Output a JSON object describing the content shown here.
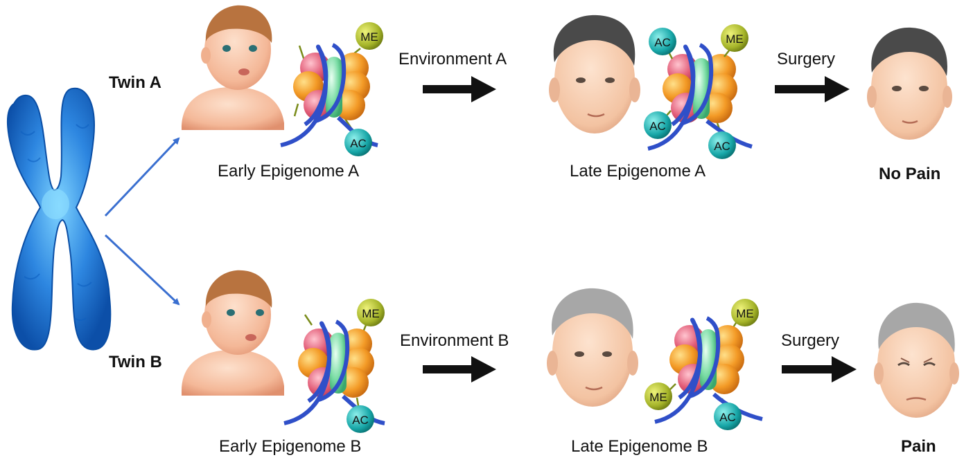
{
  "twin_a": {
    "label": "Twin A",
    "early_caption": "Early Epigenome A",
    "environment": "Environment A",
    "late_caption": "Late Epigenome A",
    "procedure": "Surgery",
    "outcome": "No Pain"
  },
  "twin_b": {
    "label": "Twin B",
    "early_caption": "Early Epigenome B",
    "environment": "Environment B",
    "late_caption": "Late Epigenome B",
    "procedure": "Surgery",
    "outcome": "Pain"
  },
  "marks": {
    "methyl": "ME",
    "acetyl": "AC"
  },
  "colors": {
    "chromosome": "#1f6fd0",
    "dna": "#2f4fc8",
    "methyl_mark": "#a8b82a",
    "acetyl_mark": "#1aa6a6",
    "histone_orange": "#f09a2a",
    "histone_pink": "#e0607a",
    "histone_green": "#6cd69a",
    "arrow": "#111111",
    "branch_arrow": "#3a6fd0"
  }
}
